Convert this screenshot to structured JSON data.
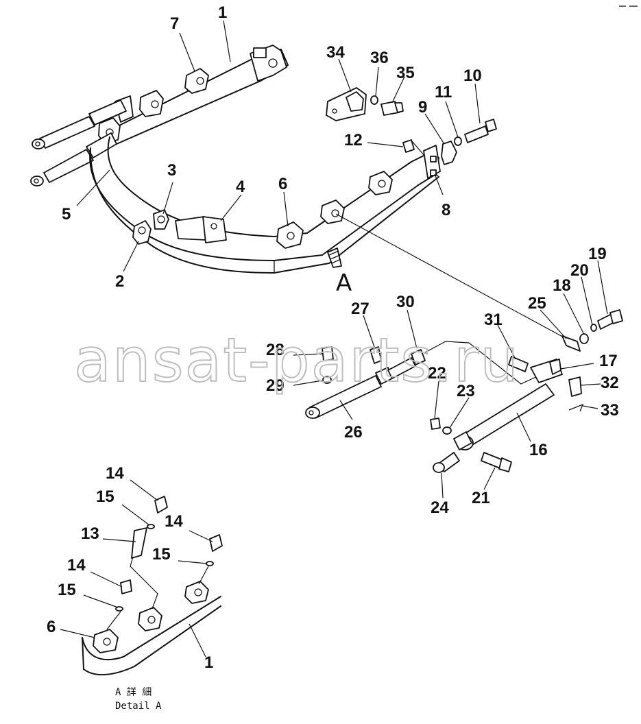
{
  "diagram": {
    "watermark": "ansat-parts.ru",
    "view_arrow_label": "A",
    "detail_caption_jp": "A 詳 細",
    "detail_caption_en": "Detail A",
    "part_numbers": [
      "1",
      "7",
      "34",
      "36",
      "35",
      "10",
      "11",
      "9",
      "12",
      "8",
      "3",
      "4",
      "6",
      "5",
      "2",
      "27",
      "30",
      "31",
      "25",
      "18",
      "20",
      "19",
      "28",
      "29",
      "17",
      "32",
      "33",
      "22",
      "23",
      "26",
      "16",
      "24",
      "21",
      "14",
      "15",
      "13",
      "14",
      "15",
      "14",
      "15",
      "6",
      "1"
    ]
  }
}
